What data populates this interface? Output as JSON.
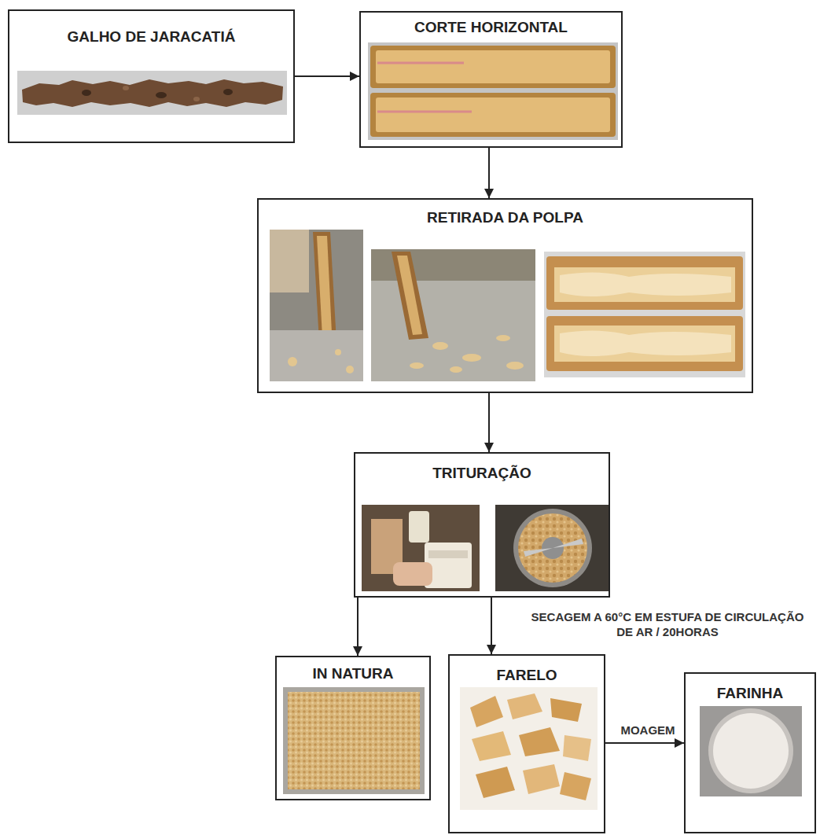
{
  "diagram": {
    "nodes": [
      {
        "text": [
          "GALHO DE JARACATIÁ"
        ]
      },
      {
        "text": [
          "CORTE HORIZONTAL"
        ]
      },
      {
        "text": [
          "RETIRADA DA POLPA"
        ]
      },
      {
        "text": [
          "TRITURAÇÃO"
        ]
      },
      {
        "text": [
          "IN NATURA"
        ]
      },
      {
        "text": [
          "FARELO"
        ]
      },
      {
        "text": [
          "FARINHA"
        ]
      }
    ],
    "edges": [
      {
        "from": 0,
        "to": 1,
        "arrow": "to"
      },
      {
        "from": 1,
        "to": 2,
        "arrow": "to"
      },
      {
        "from": 2,
        "to": 3,
        "arrow": "to"
      },
      {
        "from": 3,
        "to": 4,
        "arrow": "to"
      },
      {
        "from": 3,
        "to": 5,
        "label": "SECAGEM A 60°C EM ESTUFA DE CIRCULAÇÃO DE AR / 20HORAS",
        "arrow": "to"
      },
      {
        "from": 5,
        "to": 6,
        "label": "MOAGEM",
        "arrow": "to"
      }
    ]
  }
}
